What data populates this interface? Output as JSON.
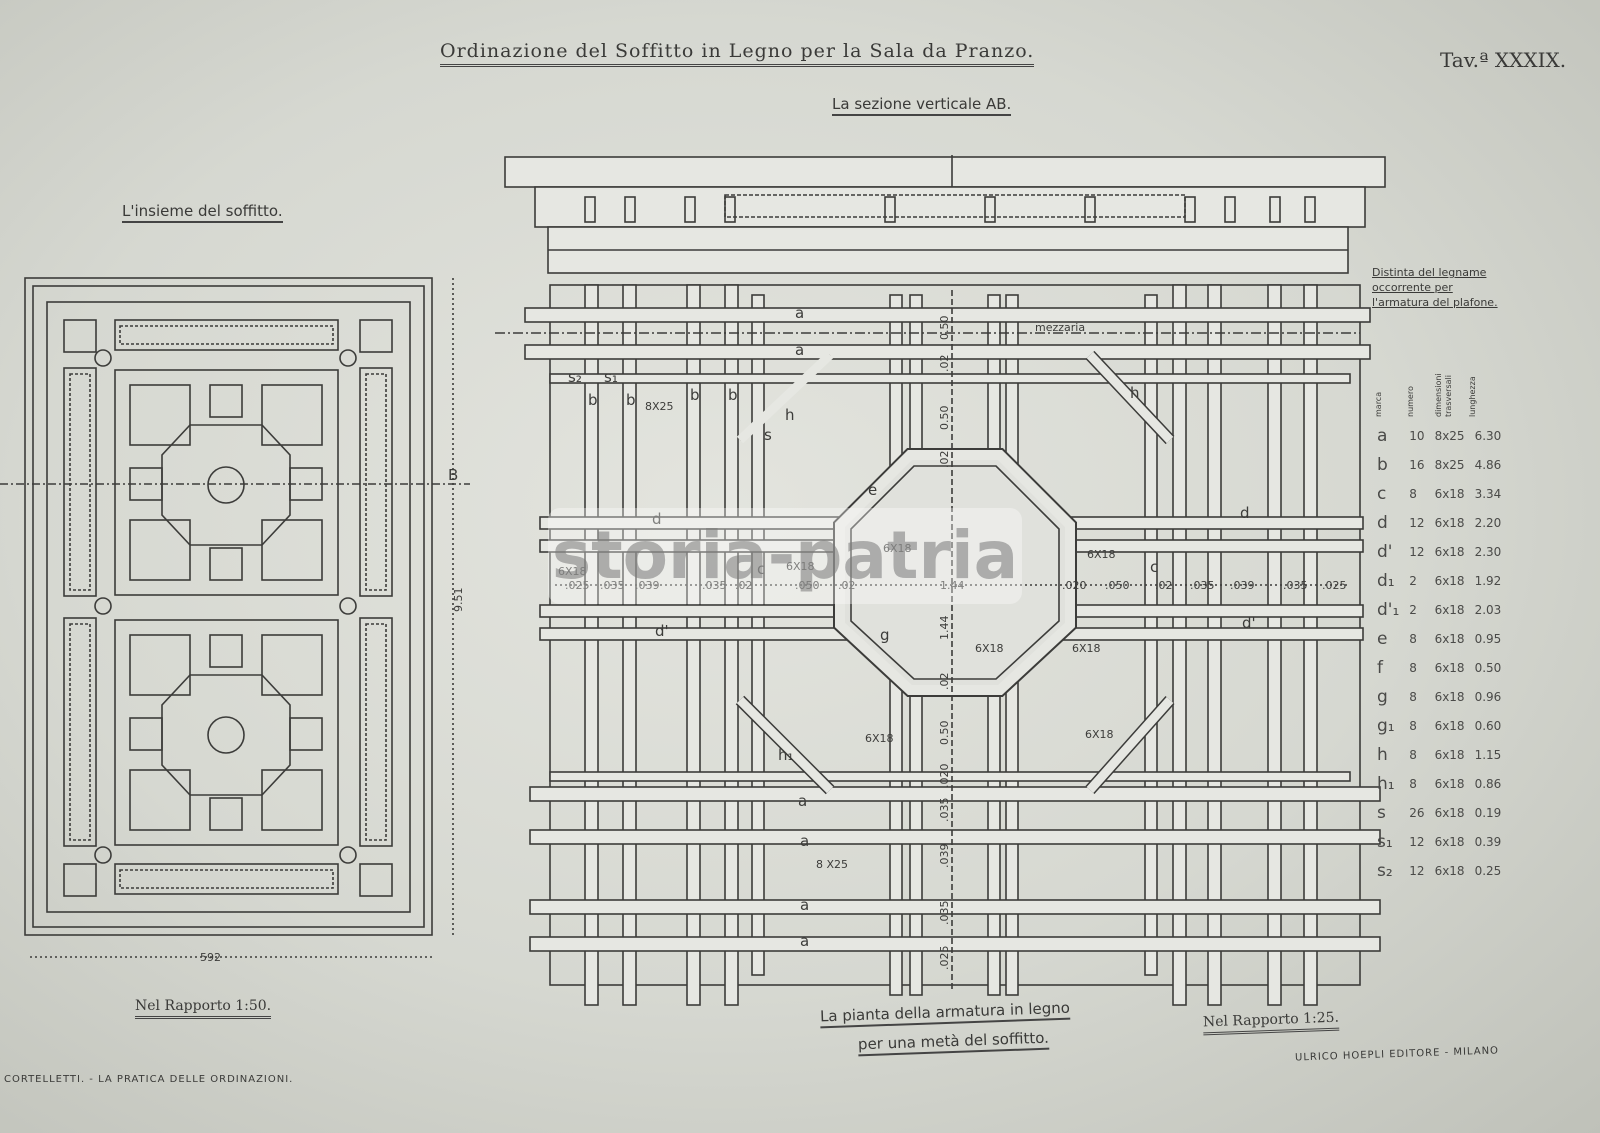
{
  "header": {
    "title": "Ordinazione del Soffitto in Legno per la Sala da Pranzo.",
    "plate": "Tav.ª XXXIX.",
    "section_title": "La sezione verticale AB."
  },
  "left_drawing": {
    "title": "L'insieme del soffitto.",
    "width_dim": "592",
    "height_dim": "9.51",
    "section_mark": "B",
    "scale": "Nel Rapporto 1:50."
  },
  "plan": {
    "caption_line1": "La pianta della armatura in legno",
    "caption_line2": "per una metà del soffitto.",
    "scale": "Nel Rapporto 1:25.",
    "center_label": "mezzaria",
    "horizontal_dims": [
      ".025",
      ".035",
      ".039",
      ".035",
      ".02",
      ".050",
      ".02",
      "1.44",
      ".020",
      ".050",
      ".02",
      ".035",
      ".039",
      ".035",
      ".025"
    ],
    "vertical_dims": [
      "0.50",
      ".02",
      "0.50",
      ".02",
      "1.44",
      ".02",
      "0.50",
      ".020",
      ".035",
      ".039",
      ".035",
      ".025"
    ],
    "section_labels": [
      "8X25",
      "6X18",
      "6X18",
      "6X18",
      "6X18",
      "6X18",
      "6X18",
      "6X18",
      "8 X25",
      "6X18"
    ],
    "beam_labels": [
      "a",
      "a",
      "b",
      "b",
      "b",
      "b",
      "d",
      "d'",
      "d",
      "d'",
      "c",
      "c",
      "e",
      "g",
      "h",
      "h",
      "h₁",
      "a",
      "a",
      "a",
      "a",
      "s",
      "s₁",
      "s₂"
    ]
  },
  "table": {
    "heading": "Distinta del legname occorrente per l'armatura del plafone.",
    "columns": [
      "marca",
      "numero",
      "dimensioni trasversali",
      "lunghezza"
    ],
    "rows": [
      [
        "a",
        "10",
        "8x25",
        "6.30"
      ],
      [
        "b",
        "16",
        "8x25",
        "4.86"
      ],
      [
        "c",
        "8",
        "6x18",
        "3.34"
      ],
      [
        "d",
        "12",
        "6x18",
        "2.20"
      ],
      [
        "d'",
        "12",
        "6x18",
        "2.30"
      ],
      [
        "d₁",
        "2",
        "6x18",
        "1.92"
      ],
      [
        "d'₁",
        "2",
        "6x18",
        "2.03"
      ],
      [
        "e",
        "8",
        "6x18",
        "0.95"
      ],
      [
        "f",
        "8",
        "6x18",
        "0.50"
      ],
      [
        "g",
        "8",
        "6x18",
        "0.96"
      ],
      [
        "g₁",
        "8",
        "6x18",
        "0.60"
      ],
      [
        "h",
        "8",
        "6x18",
        "1.15"
      ],
      [
        "h₁",
        "8",
        "6x18",
        "0.86"
      ],
      [
        "s",
        "26",
        "6x18",
        "0.19"
      ],
      [
        "s₁",
        "12",
        "6x18",
        "0.39"
      ],
      [
        "s₂",
        "12",
        "6x18",
        "0.25"
      ]
    ]
  },
  "footer": {
    "left": "CORTELLETTI. - LA PRATICA DELLE ORDINAZIONI.",
    "right": "ULRICO HOEPLI EDITORE - MILANO"
  },
  "watermark": "storia-patria"
}
